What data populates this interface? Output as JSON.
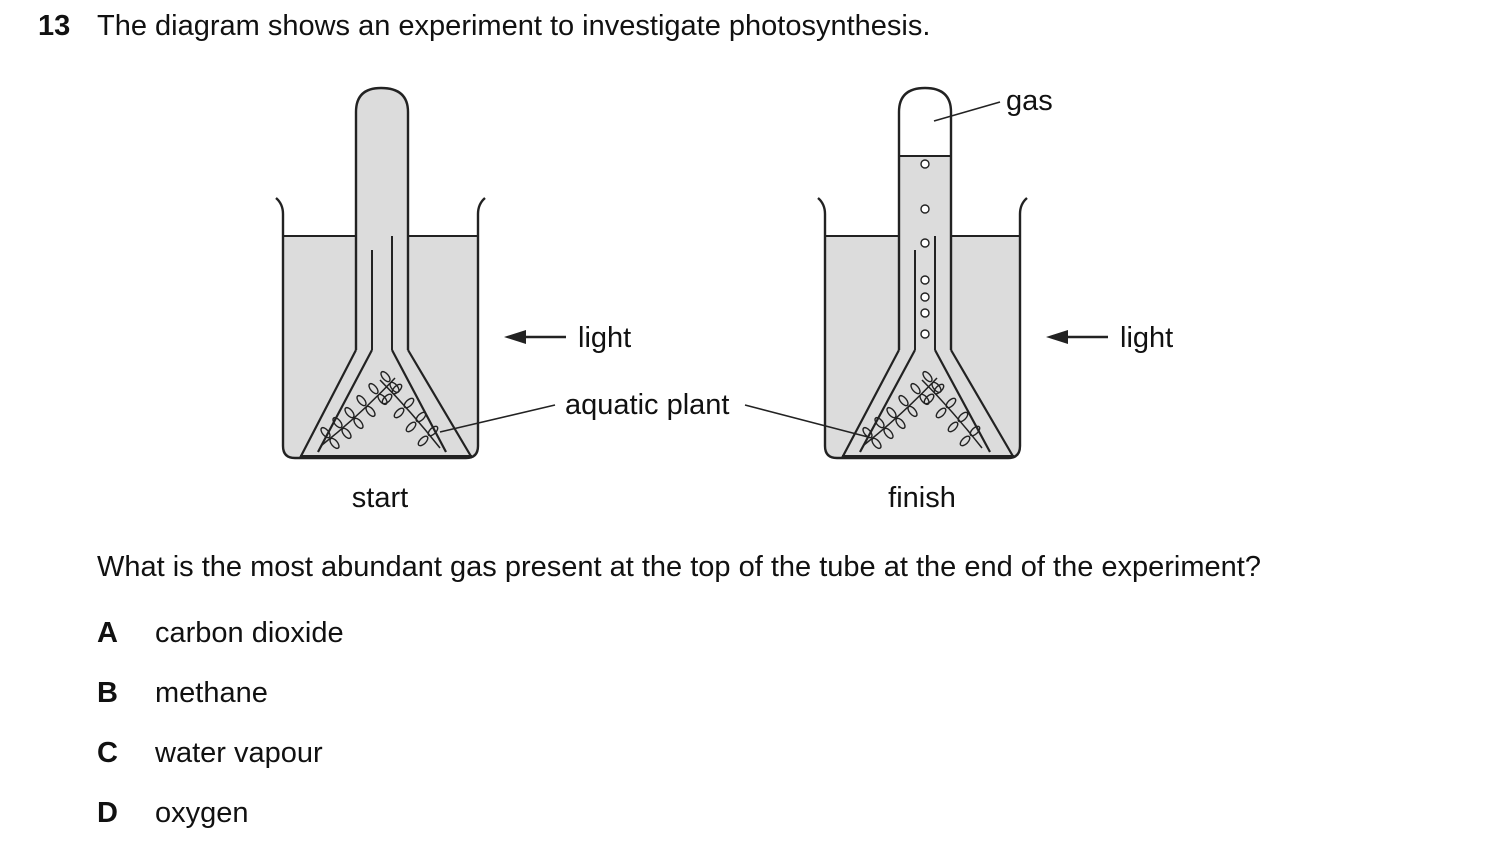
{
  "question": {
    "number": "13",
    "stem": "The diagram shows an experiment to investigate photosynthesis.",
    "prompt": "What is the most abundant gas present at the top of the tube at the end of the experiment?"
  },
  "diagram": {
    "labels": {
      "light_left": "light",
      "light_right": "light",
      "aquatic_plant": "aquatic plant",
      "gas": "gas",
      "start": "start",
      "finish": "finish"
    },
    "colors": {
      "water": "#dcdcdc",
      "line": "#222222"
    }
  },
  "options": [
    {
      "letter": "A",
      "text": "carbon dioxide"
    },
    {
      "letter": "B",
      "text": "methane"
    },
    {
      "letter": "C",
      "text": "water vapour"
    },
    {
      "letter": "D",
      "text": "oxygen"
    }
  ]
}
